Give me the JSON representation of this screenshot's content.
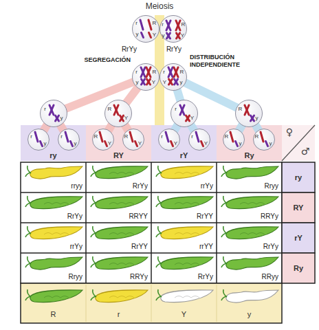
{
  "diagram": {
    "title": "Meiosis",
    "nodes": [
      {
        "text": [
          "r",
          "R",
          "y",
          "Y"
        ]
      },
      {
        "text": [
          "r",
          "R",
          "y",
          "Y"
        ]
      },
      {
        "text": [
          "r",
          "R",
          "y",
          "Y"
        ]
      },
      {
        "text": [
          "r",
          "R",
          "Y",
          "y"
        ]
      },
      {
        "text": [
          "r",
          "y"
        ]
      },
      {
        "text": [
          "R",
          "Y"
        ]
      },
      {
        "text": [
          "r",
          "Y"
        ]
      },
      {
        "text": [
          "R",
          "y"
        ]
      },
      {
        "text": [
          "r",
          "y"
        ]
      },
      {
        "text": [
          "r",
          "y"
        ]
      },
      {
        "text": [
          "R",
          "Y"
        ]
      },
      {
        "text": [
          "R",
          "Y"
        ]
      },
      {
        "text": [
          "r",
          "Y"
        ]
      },
      {
        "text": [
          "r",
          "Y"
        ]
      },
      {
        "text": [
          "R",
          "y"
        ]
      },
      {
        "text": [
          "R",
          "y"
        ]
      }
    ],
    "labels": [
      "RrYy",
      "RrYy",
      "SEGREGACIÓN",
      "DISTRIBUCIÓN INDEPENDIENTE",
      "ry",
      "RY",
      "rY",
      "Ry",
      "♀",
      "♂",
      "rryy",
      "RrYy",
      "rrYy",
      "Rryy",
      "ry",
      "RrYy",
      "RRYY",
      "RrYY",
      "RRYy",
      "RY",
      "rrYy",
      "RrYY",
      "rrYY",
      "RrYy",
      "rY",
      "Rryy",
      "RRYy",
      "RrYy",
      "RRyy",
      "Ry"
    ],
    "legend": [
      {
        "text": "R"
      },
      {
        "text": "r"
      },
      {
        "text": "Y"
      },
      {
        "text": "y"
      }
    ]
  }
}
